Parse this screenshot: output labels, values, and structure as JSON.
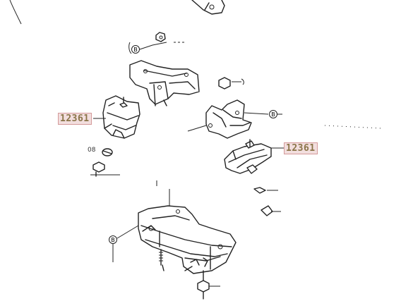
{
  "callouts": {
    "front_left_mount": "12361",
    "front_right_mount": "12361"
  },
  "markers": {
    "bolt_symbol": "B"
  },
  "fragments": {
    "washer_prefix": "08"
  }
}
